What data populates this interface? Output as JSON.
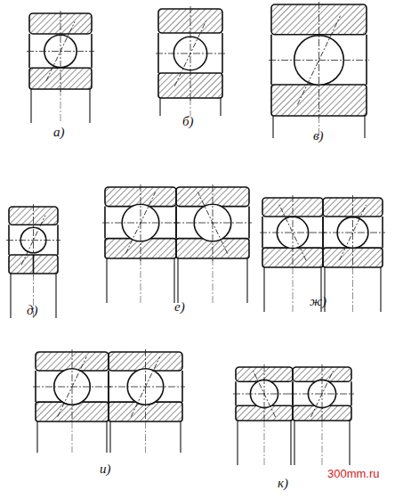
{
  "diagram": {
    "labels": [
      "а)",
      "б)",
      "в)",
      "д)",
      "е)",
      "ж)",
      "и)",
      "к)",
      "300mm.ru"
    ]
  }
}
